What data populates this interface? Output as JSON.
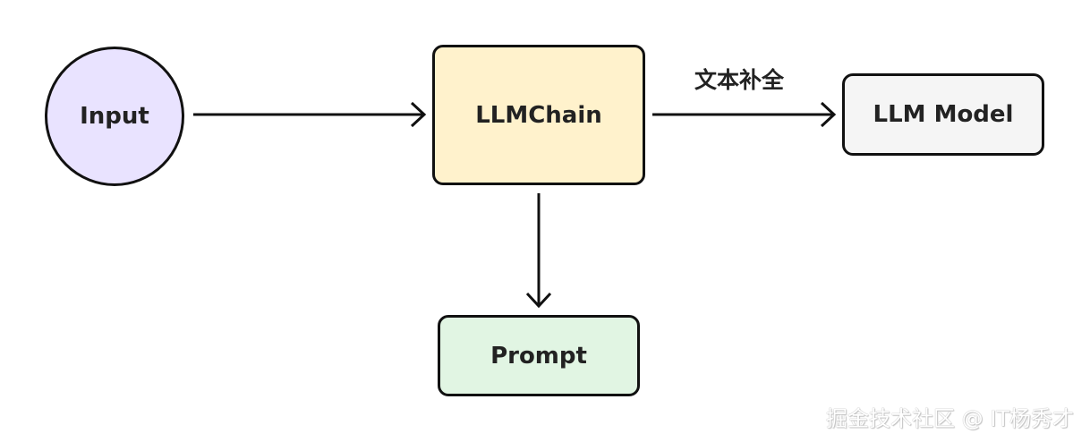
{
  "nodes": {
    "input": {
      "label": "Input",
      "fill": "#e9e3ff"
    },
    "llmchain": {
      "label": "LLMChain",
      "fill": "#fff2cc"
    },
    "llm_model": {
      "label": "LLM Model",
      "fill": "#f5f5f5"
    },
    "prompt": {
      "label": "Prompt",
      "fill": "#e1f5e3"
    }
  },
  "edges": [
    {
      "from": "input",
      "to": "llmchain",
      "label": ""
    },
    {
      "from": "llmchain",
      "to": "llm_model",
      "label": "文本补全"
    },
    {
      "from": "llmchain",
      "to": "prompt",
      "label": ""
    }
  ],
  "edge_label": "文本补全",
  "watermark": "掘金技术社区 @ IT杨秀才"
}
